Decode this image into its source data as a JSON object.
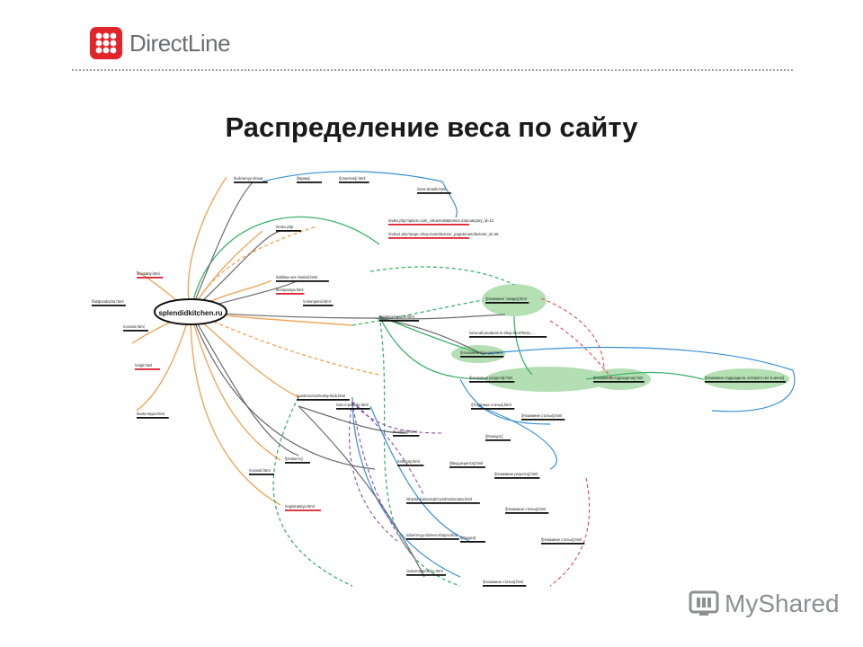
{
  "header": {
    "brand": "DirectLine",
    "title": "Распределение веса по сайту"
  },
  "footer": {
    "brand": "MyShared"
  },
  "diagram": {
    "hub": "splendidkitchen.ru",
    "nodes": [
      {
        "label": "/kulinarnyy-slovar"
      },
      {
        "label": "/[Буква]"
      },
      {
        "label": "/[понятие]/.html"
      },
      {
        "label": "/view-details.html"
      },
      {
        "label": "/index.php"
      },
      {
        "label": "/index.php?option=com_virtuemart&Itemid=42&category_id=12"
      },
      {
        "label": "/index2.php?page=shop.manufacturer_page&manufacturer_id=26"
      },
      {
        "label": "/tablitsa-ves-i-kalorii.html"
      },
      {
        "label": "/kompaniya.html"
      },
      {
        "label": "/o-kompanii.html"
      },
      {
        "label": "/katalog-tovarov.html"
      },
      {
        "label": "/[Название товара].html"
      },
      {
        "label": "/view-all-products-in-shop.html?limit=..."
      },
      {
        "label": "/[Название бренда].html"
      },
      {
        "label": "/[Название раздела].html"
      },
      {
        "label": "/[Название подраздела].html"
      },
      {
        "label": "/[Название подраздела, которого нет в меню]"
      },
      {
        "label": "/kontakty.html"
      },
      {
        "label": "/fastpoodacha.html"
      },
      {
        "label": "/novosti.html"
      },
      {
        "label": "/orajti.html"
      },
      {
        "label": "/karta-sayta.html"
      },
      {
        "label": "/gastronomicheskiy-klub.html"
      },
      {
        "label": "/vse-o-posude.html"
      },
      {
        "label": "/[Тематика статьи].html"
      },
      {
        "label": "/[Название статьи].html"
      },
      {
        "label": "/konkursy.html"
      },
      {
        "label": "/[Конкурс]"
      },
      {
        "label": "/retsepty.html"
      },
      {
        "label": "/[Вид рецепта].html"
      },
      {
        "label": "/[Название рецепта].html"
      },
      {
        "label": "/shkola-kulinarnykh-professionalov.html"
      },
      {
        "label": "/[Название статьи].html"
      },
      {
        "label": "/uborrnnyy-obmen-shopni.html"
      },
      {
        "label": "/[Раздел]"
      },
      {
        "label": "/[Название статьи].html"
      },
      {
        "label": "/novosti.html"
      },
      {
        "label": "/[Новость]"
      },
      {
        "label": "/registratsiya.html"
      },
      {
        "label": "/zakonodatelstvo.html"
      },
      {
        "label": "/[Название статьи].html"
      }
    ]
  }
}
